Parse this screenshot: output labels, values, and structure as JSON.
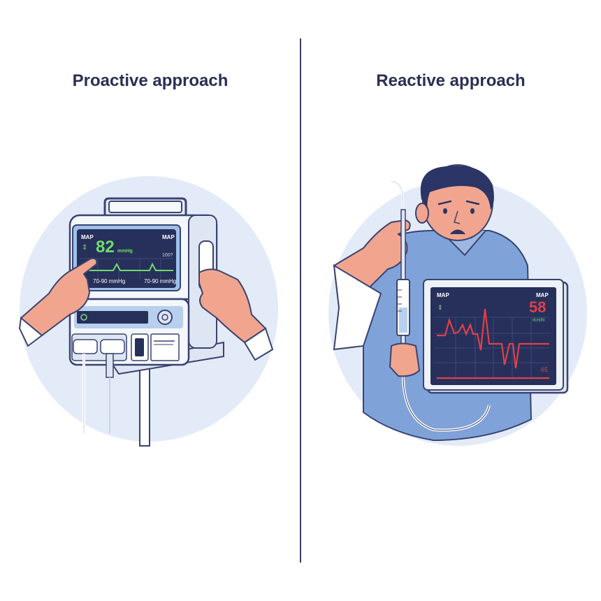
{
  "panels": {
    "left": {
      "title": "Proactive approach",
      "monitor": {
        "label_left": "MAP",
        "label_right": "MAP",
        "value": "82",
        "unit": "mmHg",
        "secondary": "100?",
        "range_left": "70-90 mmHg",
        "range_right": "70-90 mmHg",
        "value_color": "#6fdc6a"
      }
    },
    "right": {
      "title": "Reactive approach",
      "monitor": {
        "label_left": "MAP",
        "label_right": "MAP",
        "value": "58",
        "sub_label": "IKHIRI",
        "threshold": "65",
        "value_color": "#e0404a"
      }
    }
  },
  "colors": {
    "title": "#2a2f55",
    "circle_bg": "#e4ebf8",
    "screen_bg": "#26305a",
    "ok_green": "#6fdc6a",
    "alert_red": "#e0404a",
    "skin": "#f2a58e",
    "hair": "#2b3566",
    "scrubs": "#7fa3d9"
  }
}
